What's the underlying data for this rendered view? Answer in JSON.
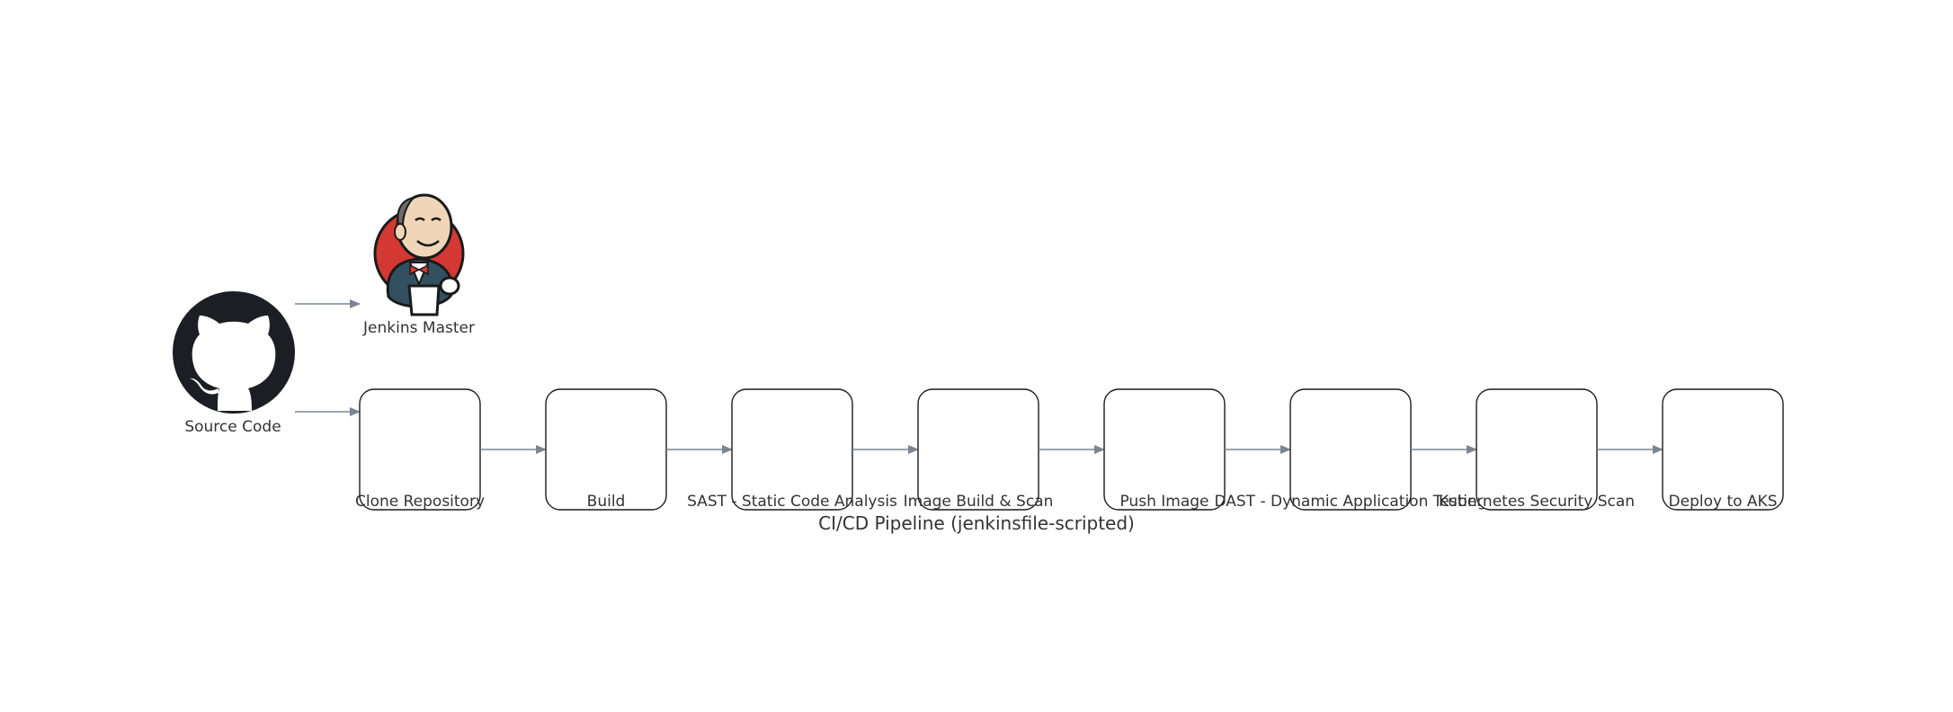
{
  "diagram": {
    "nodes": {
      "source": {
        "label": "Source Code",
        "icon": "github-icon"
      },
      "jenkins": {
        "label": "Jenkins Master",
        "icon": "jenkins-butler-icon"
      }
    },
    "cluster": {
      "label": "CI/CD Pipeline (jenkinsfile-scripted)"
    },
    "stages": [
      {
        "label": "Clone Repository"
      },
      {
        "label": "Build"
      },
      {
        "label": "SAST - Static Code Analysis"
      },
      {
        "label": "Image Build & Scan"
      },
      {
        "label": "Push Image"
      },
      {
        "label": "DAST - Dynamic Application Testing"
      },
      {
        "label": "Kubernetes Security Scan"
      },
      {
        "label": "Deploy to AKS"
      }
    ],
    "colors": {
      "edge": "#7b8590",
      "github": "#1b1f23",
      "jenkins_red": "#d33833"
    }
  }
}
